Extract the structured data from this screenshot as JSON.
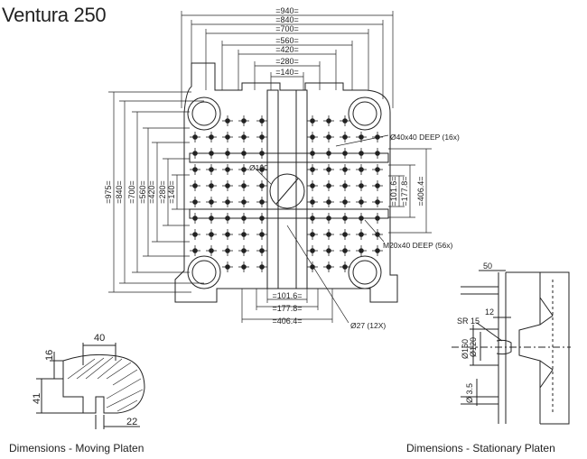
{
  "title": "Ventura 250",
  "top_dims": [
    "=940=",
    "=840=",
    "=700=",
    "=560=",
    "=420=",
    "=280=",
    "=140="
  ],
  "left_dims": [
    "=975=",
    "=840=",
    "=700=",
    "=560=",
    "=420=",
    "=280=",
    "=140="
  ],
  "right_dims": [
    "=101.6=",
    "=177.8=",
    "=406.4="
  ],
  "bottom_dims": [
    "=101.6=",
    "=177.8=",
    "=406.4="
  ],
  "callouts": {
    "slot_deep": "Ø40x40 DEEP (16x)",
    "center_hole": "Ø100",
    "tapped": "M20x40 DEEP (56x)",
    "holes": "Ø27 (12X)"
  },
  "moving_detail": {
    "w40": "40",
    "h16": "16",
    "h41": "41",
    "w22": "22"
  },
  "stationary_detail": {
    "d50": "50",
    "d12": "12",
    "sr": "SR 15",
    "d160": "Ø160",
    "d120": "Ø120",
    "d35": "Ø 3.5"
  },
  "captions": {
    "moving": "Dimensions - Moving Platen",
    "stationary": "Dimensions - Stationary Platen"
  }
}
